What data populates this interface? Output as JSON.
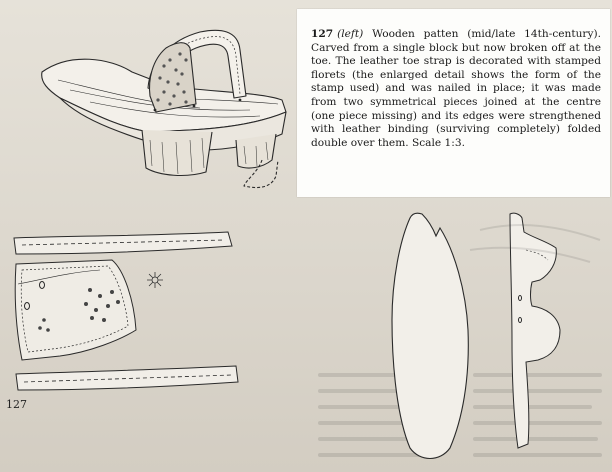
{
  "caption": {
    "number": "127",
    "position": "(left)",
    "text": "Wooden patten (mid/late 14th-century). Carved from a single block but now broken off at the toe. The leather toe strap is decorated with stamped florets (the enlarged detail shows the form of the stamp used) and was nailed in place; it was made from two symmetrical pieces joined at the centre (one piece missing) and its edges were strengthened with leather binding (surviving completely) folded double over them. Scale 1:3."
  },
  "figure_number": "127",
  "colors": {
    "paper": "#e2ded4",
    "caption_bg": "#fdfdfb",
    "ink": "#2a2a2a"
  }
}
